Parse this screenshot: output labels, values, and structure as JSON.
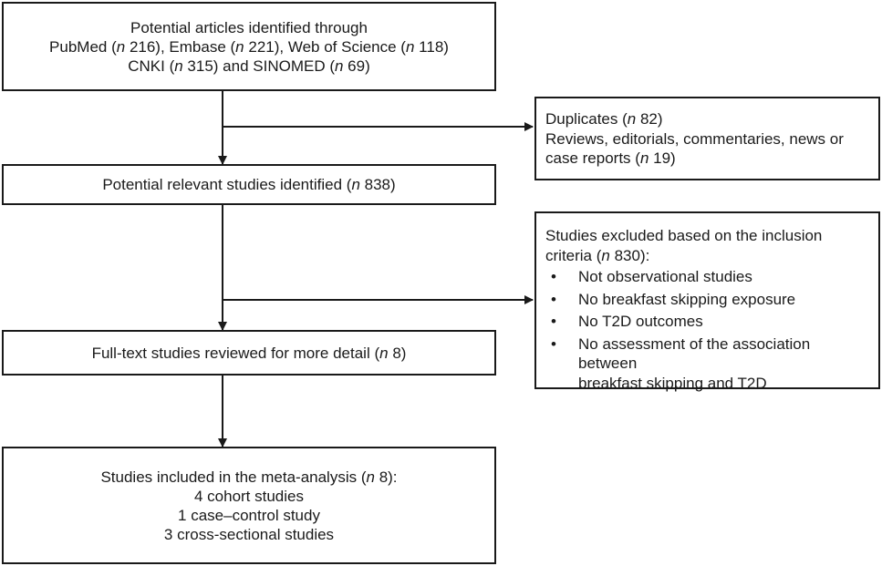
{
  "boxes": {
    "identified": {
      "lines": [
        "Potential articles identified through",
        [
          "PubMed (",
          "n",
          " 216), Embase (",
          "n",
          " 221), Web of Science (",
          "n",
          " 118)"
        ],
        [
          "CNKI (",
          "n",
          " 315) and SINOMED (",
          "n",
          " 69)"
        ]
      ]
    },
    "duplicates": {
      "line1": [
        "Duplicates (",
        "n",
        " 82)"
      ],
      "line2": "Reviews, editorials, commentaries, news or",
      "line3": [
        "case reports (",
        "n",
        " 19)"
      ]
    },
    "relevant": {
      "text": [
        "Potential relevant studies identified (",
        "n",
        " 838)"
      ]
    },
    "excluded": {
      "line1": "Studies excluded based on the inclusion",
      "line2": [
        "criteria (",
        "n",
        " 830):"
      ],
      "bullets": [
        "Not observational studies",
        "No breakfast skipping exposure",
        "No T2D outcomes",
        "No assessment of the association between breakfast skipping and T2D"
      ],
      "bullet_last_line1": "No assessment of the association between",
      "bullet_last_line2": "breakfast skipping and T2D",
      "bullet_char": "•"
    },
    "fulltext": {
      "text": [
        "Full-text studies reviewed for more detail (",
        "n",
        " 8)"
      ]
    },
    "included": {
      "line1": [
        "Studies included in the meta-analysis (",
        "n",
        " 8):"
      ],
      "line2": "4 cohort studies",
      "line3": "1 case–control study",
      "line4": "3 cross-sectional studies"
    }
  },
  "colors": {
    "stroke": "#1a1a1a",
    "background": "#ffffff"
  }
}
